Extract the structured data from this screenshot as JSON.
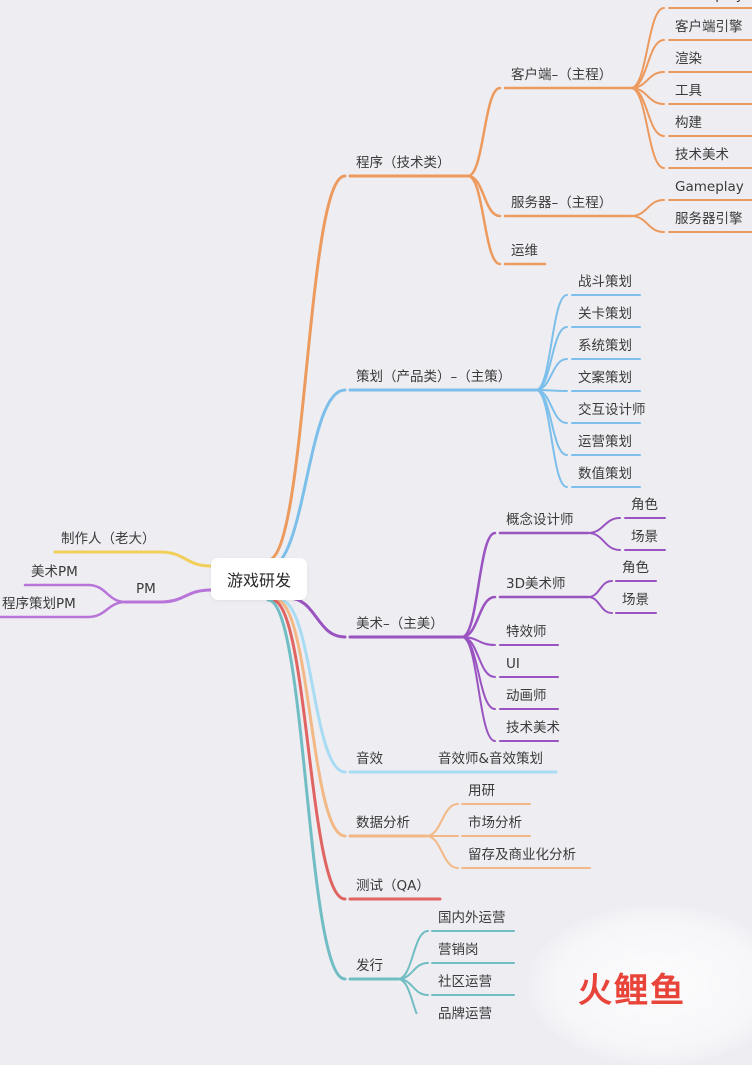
{
  "colors": {
    "orange": "#ec9a5e",
    "blue": "#7cbfea",
    "purple": "#9a54c2",
    "lightblue": "#a8dcf3",
    "peach": "#f2b987",
    "red": "#e06461",
    "teal": "#71bdc4",
    "yellow": "#f2cf5b",
    "violet": "#b874d9"
  },
  "root": "游戏研发",
  "left": {
    "producer": "制作人（老大）",
    "pm": "PM",
    "art_pm": "美术PM",
    "prog_pm": "程序策划PM"
  },
  "branches": {
    "program": {
      "label": "程序（技术类）",
      "client": {
        "label": "客户端–（主程）",
        "items": [
          "Gameplay",
          "客户端引擎",
          "渲染",
          "工具",
          "构建",
          "技术美术"
        ]
      },
      "server": {
        "label": "服务器–（主程）",
        "items": [
          "Gameplay",
          "服务器引擎"
        ]
      },
      "ops": "运维"
    },
    "design": {
      "label": "策划（产品类）–（主策）",
      "items": [
        "战斗策划",
        "关卡策划",
        "系统策划",
        "文案策划",
        "交互设计师",
        "运营策划",
        "数值策划"
      ]
    },
    "art": {
      "label": "美术–（主美）",
      "concept": {
        "label": "概念设计师",
        "items": [
          "角色",
          "场景"
        ]
      },
      "three_d": {
        "label": "3D美术师",
        "items": [
          "角色",
          "场景"
        ]
      },
      "items": [
        "特效师",
        "UI",
        "动画师",
        "技术美术"
      ]
    },
    "audio": {
      "label": "音效",
      "item": "音效师&音效策划"
    },
    "data": {
      "label": "数据分析",
      "items": [
        "用研",
        "市场分析",
        "留存及商业化分析"
      ]
    },
    "qa": {
      "label": "测试（QA）"
    },
    "publish": {
      "label": "发行",
      "items": [
        "国内外运营",
        "营销岗",
        "社区运营",
        "品牌运营"
      ]
    }
  },
  "watermark": "火鲤鱼"
}
